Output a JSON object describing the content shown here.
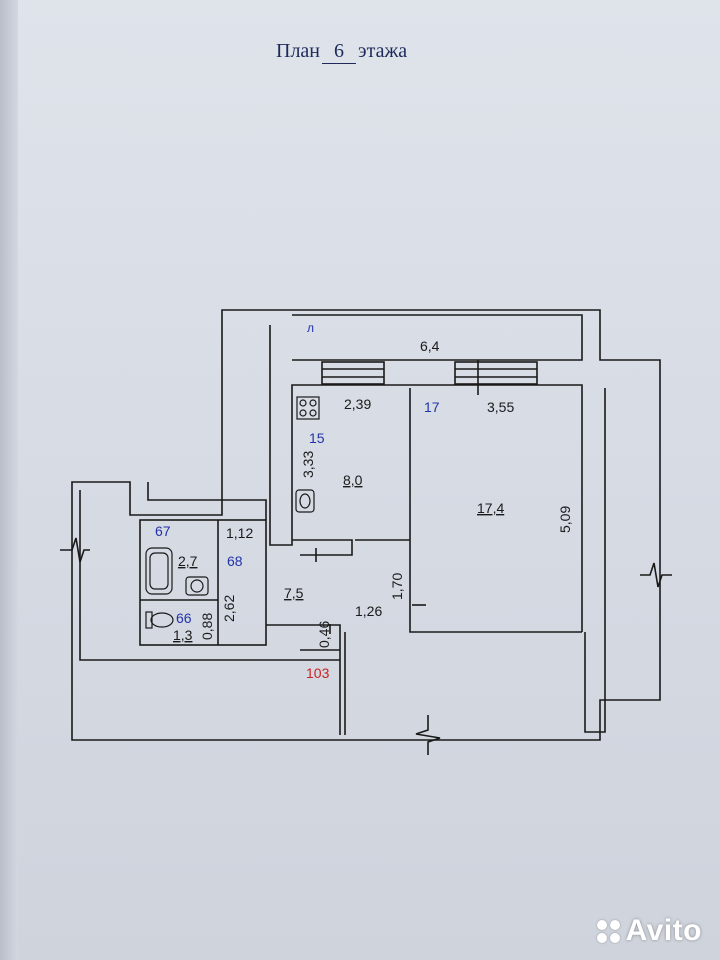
{
  "title": {
    "prefix": "План",
    "floor": "6",
    "suffix": "этажа"
  },
  "colors": {
    "ink": "#1a1a1a",
    "room_number": "#2233aa",
    "entrance": "#cc2222",
    "paper": "#dfe3ea"
  },
  "balcony": {
    "area": "6,4",
    "mark": "л"
  },
  "kitchen": {
    "number": "15",
    "area": "8,0",
    "width": "2,39",
    "depth": "3,33"
  },
  "living_room": {
    "number": "17",
    "area": "17,4",
    "width": "3,55",
    "depth": "5,09"
  },
  "hall": {
    "area": "7,5",
    "dim_a": "1,26",
    "dim_b": "1,70",
    "dim_c": "0,46",
    "dim_d": "2,62",
    "dim_e": "1,12"
  },
  "bathroom": {
    "number": "67",
    "area": "2,7"
  },
  "closet": {
    "number": "68"
  },
  "toilet": {
    "number": "66",
    "area": "1,3",
    "width": "0,88"
  },
  "entrance": {
    "number": "103"
  },
  "watermark": {
    "brand": "Avito"
  }
}
